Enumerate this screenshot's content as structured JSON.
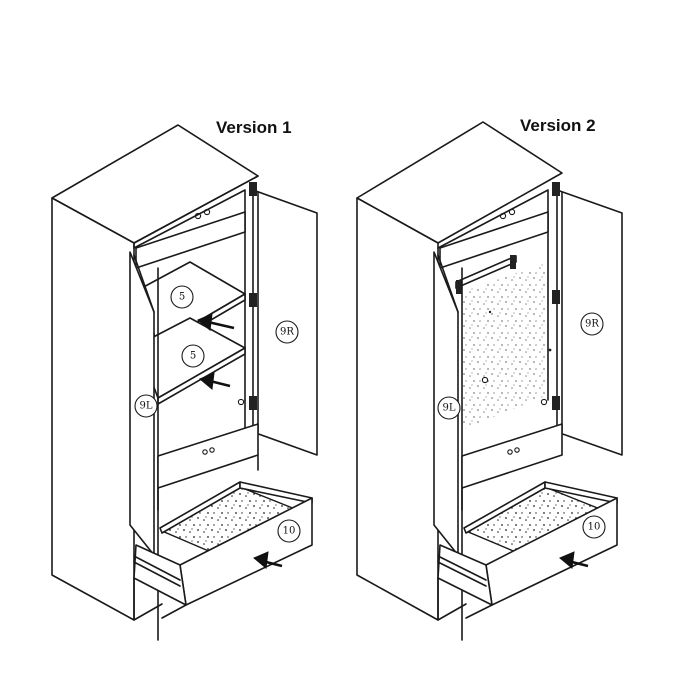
{
  "diagram": {
    "versions": [
      {
        "title": "Version 1",
        "parts": {
          "left_door": "9L",
          "right_door": "9R",
          "shelf_upper": "5",
          "shelf_lower": "5",
          "drawer": "10"
        }
      },
      {
        "title": "Version 2",
        "parts": {
          "left_door": "9L",
          "right_door": "9R",
          "drawer": "10"
        }
      }
    ],
    "colors": {
      "line": "#1a1a1a",
      "background": "#ffffff"
    }
  }
}
